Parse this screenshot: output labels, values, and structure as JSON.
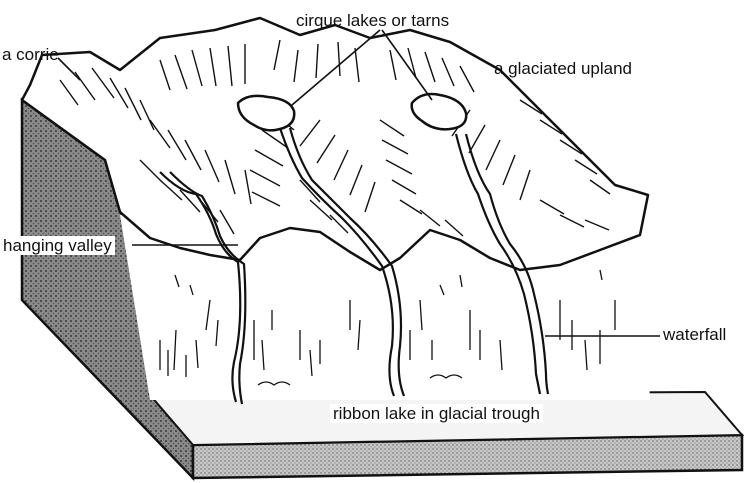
{
  "labels": {
    "corrie": "a corrie",
    "cirque_lakes": "cirque lakes or tarns",
    "glaciated_upland": "a glaciated upland",
    "hanging_valley": "hanging valley",
    "waterfall": "waterfall",
    "ribbon_lake": "ribbon lake in glacial trough"
  },
  "colors": {
    "ink": "#111111",
    "shade": "#6e6e6e",
    "paper": "#ffffff"
  }
}
